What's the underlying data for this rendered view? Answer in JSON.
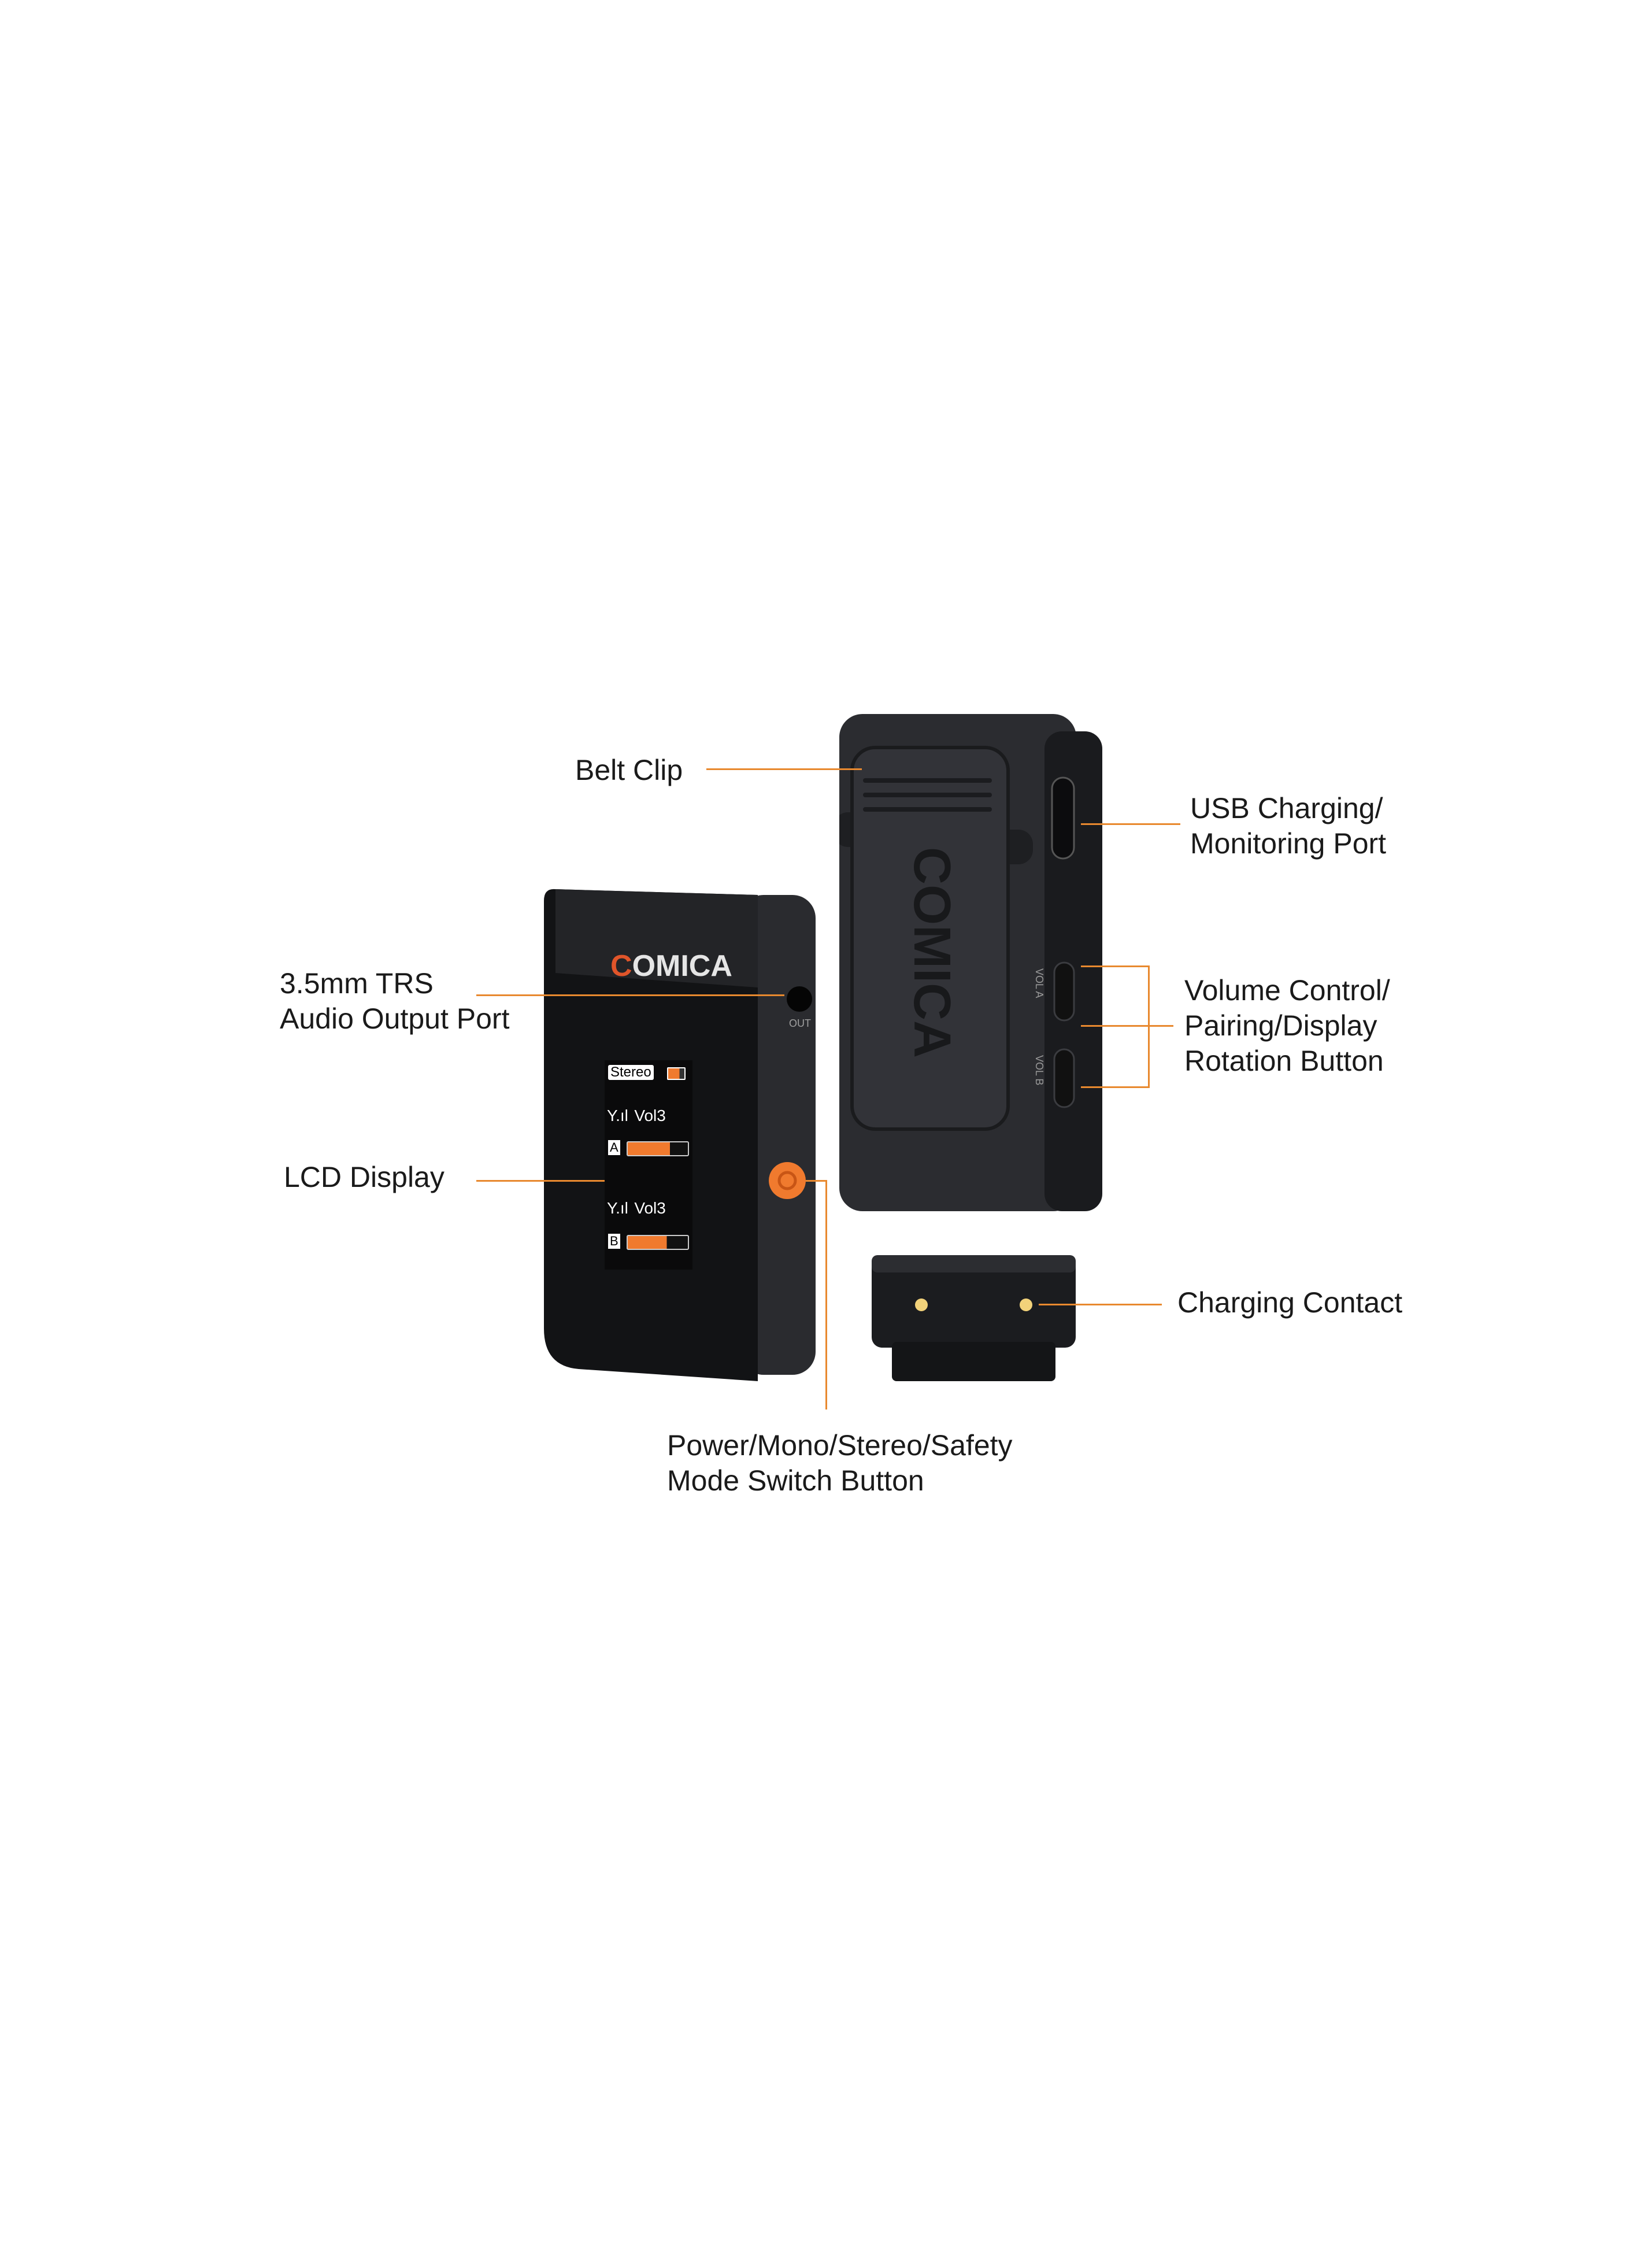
{
  "labels": {
    "belt_clip": "Belt Clip",
    "usb_port": [
      "USB Charging/",
      "Monitoring Port"
    ],
    "volume_control": [
      "Volume Control/",
      "Pairing/Display",
      "Rotation Button"
    ],
    "audio_out": [
      "3.5mm TRS",
      "Audio Output Port"
    ],
    "lcd_display": "LCD Display",
    "charging_contact": "Charging Contact",
    "power_button": [
      "Power/Mono/Stereo/Safety",
      "Mode Switch Button"
    ]
  },
  "device": {
    "brand": "COMICA",
    "out_port_label": "OUT",
    "vol_a_label": "VOL A",
    "vol_b_label": "VOL B",
    "lcd": {
      "mode": "Stereo",
      "channels": [
        {
          "id": "A",
          "volume": "Vol3",
          "level_percent": 70
        },
        {
          "id": "B",
          "volume": "Vol3",
          "level_percent": 65
        }
      ]
    }
  },
  "colors": {
    "accent": "#f07a2e",
    "leader_line": "#e8892f",
    "device_body": "#1c1d20"
  }
}
